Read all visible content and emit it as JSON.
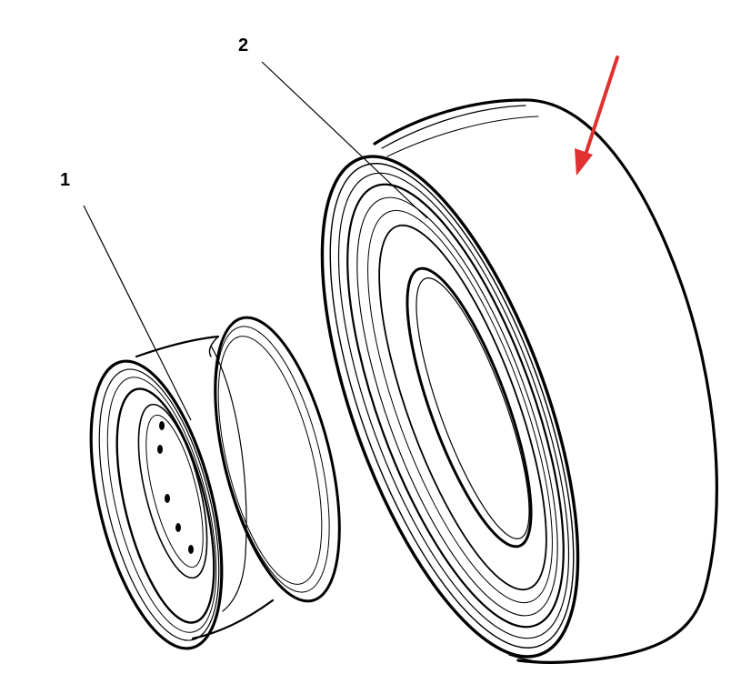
{
  "callouts": [
    {
      "id": "1",
      "text": "1",
      "part": "wheel-rim"
    },
    {
      "id": "2",
      "text": "2",
      "part": "tire"
    }
  ],
  "colors": {
    "line": "#000000",
    "background": "#ffffff",
    "arrow": "#e03030"
  },
  "icons": {
    "pointer": "red-arrow-icon"
  }
}
